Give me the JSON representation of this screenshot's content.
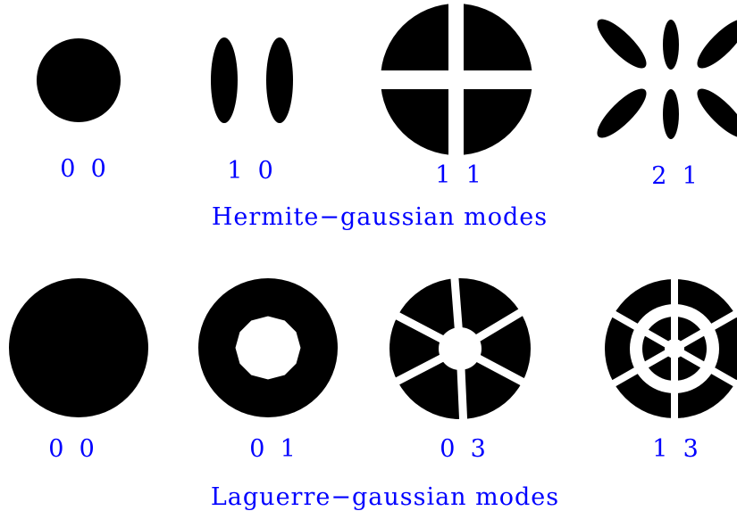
{
  "hermite": {
    "title": "Hermite−gaussian modes",
    "modes": [
      {
        "label": "0  0"
      },
      {
        "label": "1  0"
      },
      {
        "label": "1  1"
      },
      {
        "label": "2  1"
      }
    ]
  },
  "laguerre": {
    "title": "Laguerre−gaussian modes",
    "modes": [
      {
        "label": "0  0"
      },
      {
        "label": "0  1"
      },
      {
        "label": "0  3"
      },
      {
        "label": "1  3"
      }
    ]
  },
  "colors": {
    "label": "#0000ff",
    "pattern": "#000000",
    "background": "#ffffff"
  }
}
